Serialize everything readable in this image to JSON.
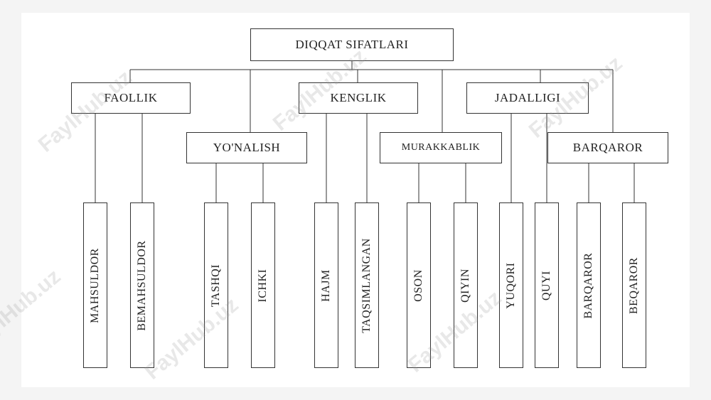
{
  "diagram": {
    "root": {
      "id": "root",
      "label": "DIQQAT SIFATLARI"
    },
    "groups": [
      {
        "id": "faollik",
        "label": "FAOLLIK",
        "children": [
          "MAHSULDOR",
          "BEMAHSULDOR"
        ]
      },
      {
        "id": "yonalish",
        "label": "YO'NALISH",
        "children": [
          "TASHQI",
          "ICHKI"
        ]
      },
      {
        "id": "kenglik",
        "label": "KENGLIK",
        "children": [
          "HAJM",
          "TAQSIMLANGAN"
        ]
      },
      {
        "id": "murakkablik",
        "label": "MURAKKABLIK",
        "children": [
          "OSON",
          "QIYIN"
        ]
      },
      {
        "id": "jadalligi",
        "label": "JADALLIGI",
        "children": [
          "YUQORI",
          "QUYI"
        ]
      },
      {
        "id": "barqaror",
        "label": "BARQAROR",
        "children": [
          "BARQAROR",
          "BEQAROR"
        ]
      }
    ]
  },
  "watermark": {
    "text": "FaylHub.uz"
  },
  "colors": {
    "line": "#333333",
    "text": "#222222",
    "paper": "#ffffff",
    "background": "#f4f4f4"
  }
}
